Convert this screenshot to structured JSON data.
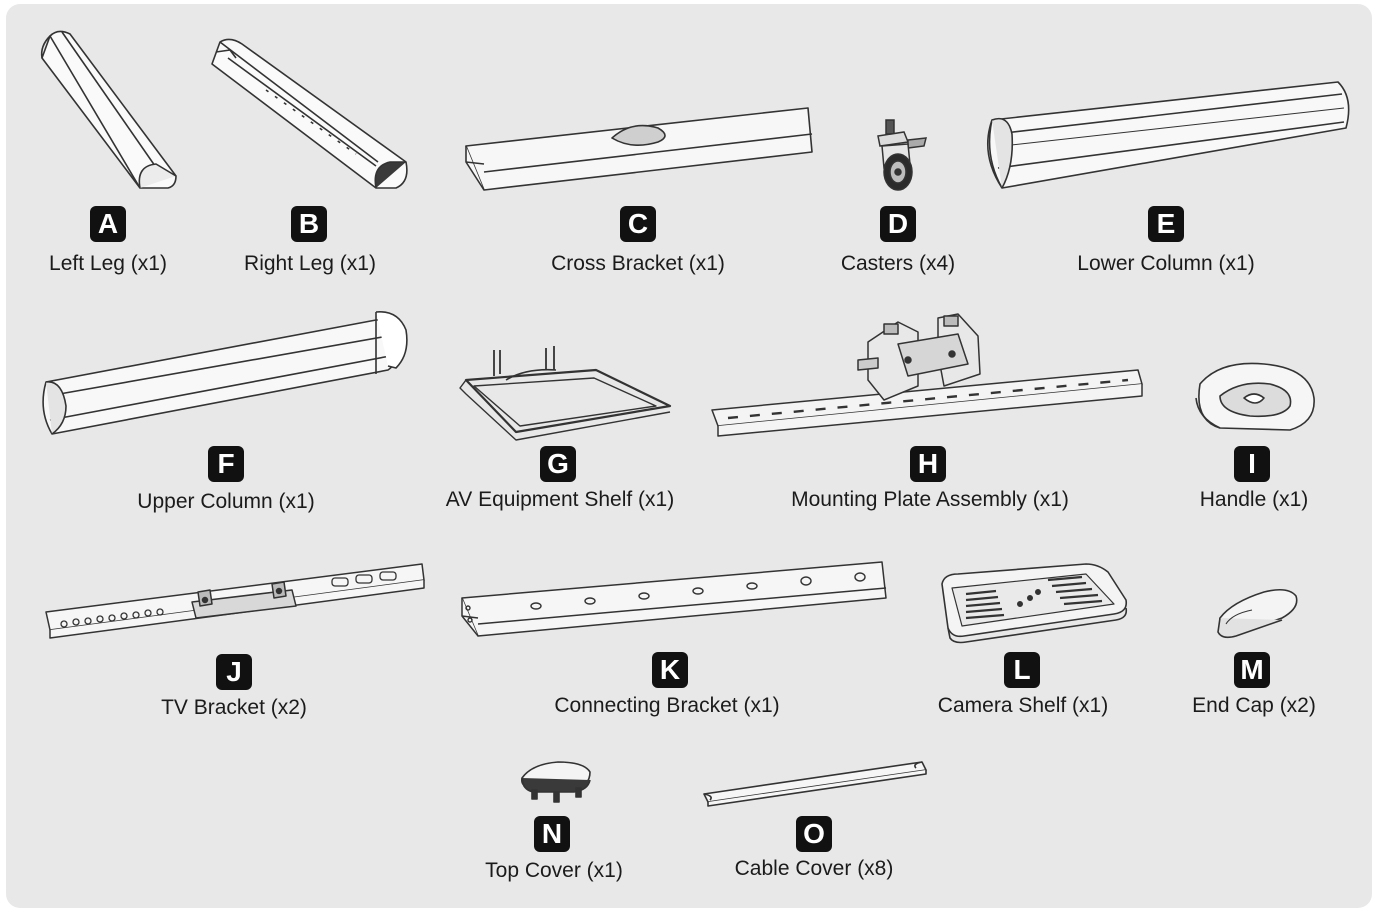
{
  "colors": {
    "background": "#e8e8e8",
    "badge": "#111111",
    "badge_text": "#ffffff",
    "line_art": "#333333",
    "label_text": "#1b1b1b"
  },
  "parts": [
    {
      "letter": "A",
      "name": "Left Leg (x1)",
      "icon": "left-leg-icon"
    },
    {
      "letter": "B",
      "name": "Right Leg (x1)",
      "icon": "right-leg-icon"
    },
    {
      "letter": "C",
      "name": "Cross Bracket (x1)",
      "icon": "cross-bracket-icon"
    },
    {
      "letter": "D",
      "name": "Casters (x4)",
      "icon": "caster-icon"
    },
    {
      "letter": "E",
      "name": "Lower Column (x1)",
      "icon": "lower-column-icon"
    },
    {
      "letter": "F",
      "name": "Upper Column (x1)",
      "icon": "upper-column-icon"
    },
    {
      "letter": "G",
      "name": "AV Equipment Shelf (x1)",
      "icon": "av-shelf-icon"
    },
    {
      "letter": "H",
      "name": "Mounting Plate Assembly (x1)",
      "icon": "mounting-plate-icon"
    },
    {
      "letter": "I",
      "name": "Handle (x1)",
      "icon": "handle-icon"
    },
    {
      "letter": "J",
      "name": "TV Bracket (x2)",
      "icon": "tv-bracket-icon"
    },
    {
      "letter": "K",
      "name": "Connecting Bracket (x1)",
      "icon": "connecting-bracket-icon"
    },
    {
      "letter": "L",
      "name": "Camera Shelf (x1)",
      "icon": "camera-shelf-icon"
    },
    {
      "letter": "M",
      "name": "End Cap (x2)",
      "icon": "end-cap-icon"
    },
    {
      "letter": "N",
      "name": "Top Cover (x1)",
      "icon": "top-cover-icon"
    },
    {
      "letter": "O",
      "name": "Cable Cover (x8)",
      "icon": "cable-cover-icon"
    }
  ]
}
